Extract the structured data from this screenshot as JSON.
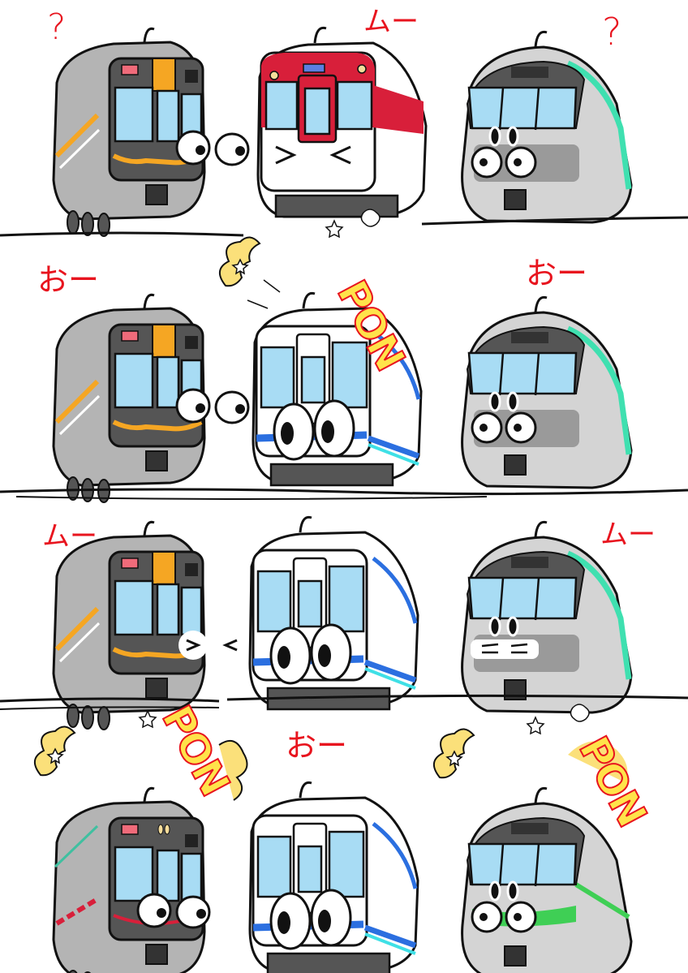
{
  "comic": {
    "title": "",
    "panels": [
      {
        "index": 1,
        "trains": [
          {
            "position": "left",
            "livery": "gray-orange",
            "expression": "glancing-right",
            "caption": "?"
          },
          {
            "position": "center",
            "livery": "red-white",
            "expression": "squeezed-eyes",
            "caption": "ムー"
          },
          {
            "position": "right",
            "livery": "gray-teal",
            "expression": "wide-eyes",
            "caption": "?"
          }
        ]
      },
      {
        "index": 2,
        "trains": [
          {
            "position": "left",
            "livery": "gray-orange",
            "expression": "glancing-right",
            "caption": "おー"
          },
          {
            "position": "center",
            "livery": "white-blue",
            "expression": "big-eyes",
            "caption": ""
          },
          {
            "position": "right",
            "livery": "gray-teal",
            "expression": "wide-eyes",
            "caption": "おー"
          }
        ],
        "sfx": "PON"
      },
      {
        "index": 3,
        "trains": [
          {
            "position": "left",
            "livery": "gray-orange",
            "expression": "squeezed-eyes",
            "caption": "ムー"
          },
          {
            "position": "center",
            "livery": "white-blue",
            "expression": "big-eyes",
            "caption": ""
          },
          {
            "position": "right",
            "livery": "gray-teal",
            "expression": "closed-eyes",
            "caption": "ムー"
          }
        ]
      },
      {
        "index": 4,
        "trains": [
          {
            "position": "left",
            "livery": "gray-red",
            "expression": "glancing-right",
            "caption": ""
          },
          {
            "position": "center",
            "livery": "white-blue",
            "expression": "big-eyes",
            "caption": "おー"
          },
          {
            "position": "right",
            "livery": "gray-green",
            "expression": "wide-eyes",
            "caption": ""
          }
        ],
        "sfx": [
          "PON",
          "PON"
        ]
      }
    ],
    "text": {
      "p1_left": "?",
      "p1_center": "ムー",
      "p1_right": "?",
      "p2_left": "おー",
      "p2_right": "おー",
      "p2_sfx": "PON",
      "p3_left": "ムー",
      "p3_right": "ムー",
      "p4_center": "おー",
      "p4_sfx_left": "PON",
      "p4_sfx_right": "PON"
    },
    "colors": {
      "caption": "#e8141e",
      "sfx_fill": "#ffe34a",
      "sfx_outline": "#e8141e",
      "window": "#a8dcf4",
      "body_gray": "#b4b4b4",
      "dark_gray": "#555555",
      "orange": "#f5a623",
      "red": "#d81f3a",
      "teal": "#3fe0b0",
      "blue": "#2b6fe0",
      "green": "#3fcf55",
      "puff": "#fbe07a"
    }
  }
}
